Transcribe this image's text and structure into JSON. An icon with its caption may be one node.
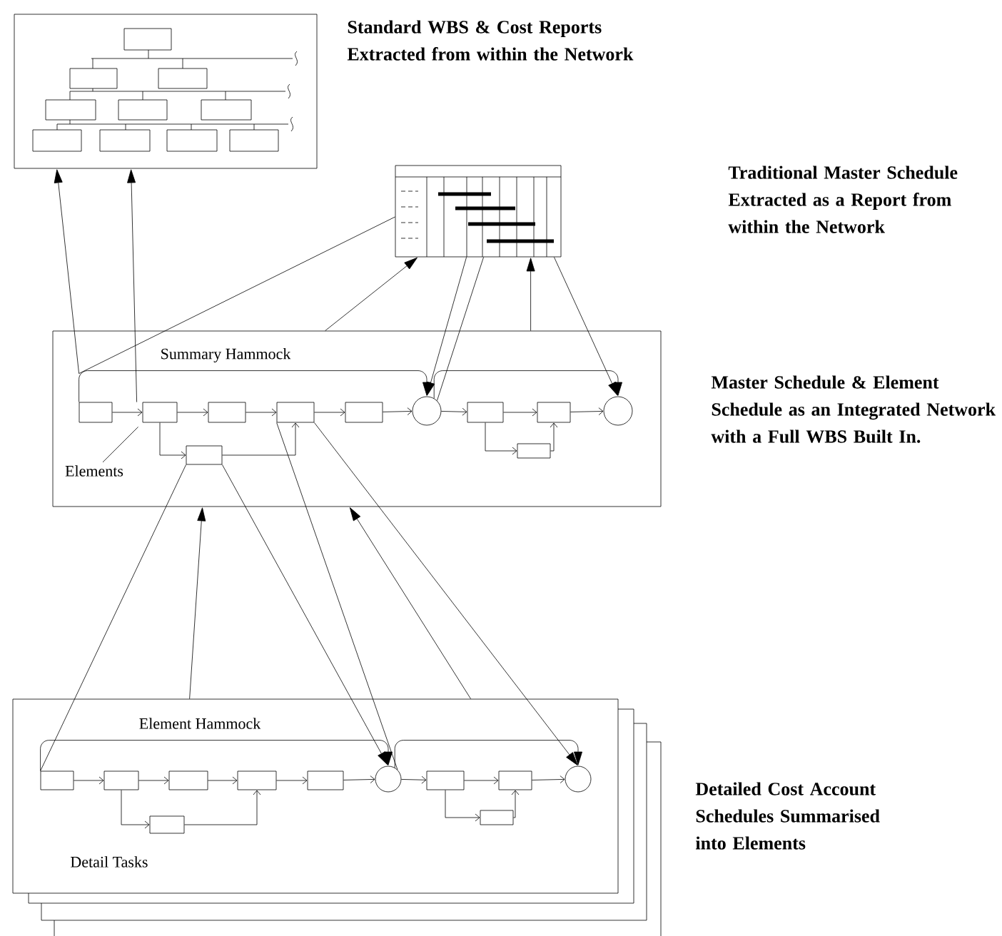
{
  "diagram": {
    "nodes": [
      {
        "text": [],
        "shape": "box",
        "beside": [
          "Standard WBS & Cost Reports Extracted from within the Network"
        ]
      },
      {
        "text": [],
        "shape": "box"
      },
      {
        "text": [],
        "shape": "box",
        "beside": [
          "Master Schedule & Element Schedule as an Integrated Network with a Full WBS Built In."
        ]
      },
      {
        "text": [],
        "shape": "box",
        "in": 2
      },
      {
        "text": [],
        "shape": "box",
        "in": 2
      },
      {
        "text": [],
        "shape": "box",
        "in": 2
      },
      {
        "text": [],
        "shape": "box",
        "in": 2
      },
      {
        "text": [],
        "shape": "box",
        "in": 2
      },
      {
        "text": [],
        "shape": "circle",
        "in": 2
      },
      {
        "text": [],
        "shape": "box",
        "in": 2
      },
      {
        "text": [],
        "shape": "box",
        "in": 2
      },
      {
        "text": [],
        "shape": "circle",
        "in": 2
      },
      {
        "text": [],
        "shape": "box",
        "in": 2
      },
      {
        "text": [],
        "shape": "box",
        "in": 2
      },
      {
        "text": [
          "Elements"
        ],
        "in": 2
      },
      {
        "text": [],
        "shape": "box",
        "beside": [
          "Detailed Cost Account Schedules Summarised into Elements"
        ]
      },
      {
        "text": [],
        "shape": "box",
        "in": 15
      },
      {
        "text": [],
        "shape": "box",
        "in": 15
      },
      {
        "text": [],
        "shape": "box",
        "in": 15
      },
      {
        "text": [],
        "shape": "box",
        "in": 15
      },
      {
        "text": [],
        "shape": "box",
        "in": 15
      },
      {
        "text": [],
        "shape": "circle",
        "in": 15
      },
      {
        "text": [],
        "shape": "box",
        "in": 15
      },
      {
        "text": [],
        "shape": "box",
        "in": 15
      },
      {
        "text": [],
        "shape": "circle",
        "in": 15
      },
      {
        "text": [],
        "shape": "box",
        "in": 15
      },
      {
        "text": [],
        "shape": "box",
        "in": 15
      }
    ],
    "edges": [
      {
        "from": 3,
        "to": 4,
        "arrow": "to"
      },
      {
        "from": 4,
        "to": 5,
        "arrow": "to"
      },
      {
        "from": 5,
        "to": 6,
        "arrow": "to"
      },
      {
        "from": 6,
        "to": 7,
        "arrow": "to"
      },
      {
        "from": 7,
        "to": 8,
        "arrow": "to"
      },
      {
        "from": 8,
        "to": 9,
        "arrow": "to"
      },
      {
        "from": 9,
        "to": 10,
        "arrow": "to"
      },
      {
        "from": 10,
        "to": 11,
        "arrow": "to"
      },
      {
        "from": 4,
        "to": 12,
        "arrow": "to"
      },
      {
        "from": 12,
        "to": 6,
        "arrow": "to"
      },
      {
        "from": 9,
        "to": 13,
        "arrow": "to"
      },
      {
        "from": 13,
        "to": 10,
        "arrow": "to"
      },
      {
        "from": 3,
        "to": 8,
        "arrow": "to",
        "label": "Summary Hammock"
      },
      {
        "from": 8,
        "to": 11,
        "arrow": "to"
      },
      {
        "from": 14,
        "to": 4,
        "arrow": "none"
      },
      {
        "from": 16,
        "to": 17,
        "arrow": "to"
      },
      {
        "from": 17,
        "to": 18,
        "arrow": "to"
      },
      {
        "from": 18,
        "to": 19,
        "arrow": "to"
      },
      {
        "from": 19,
        "to": 20,
        "arrow": "to"
      },
      {
        "from": 20,
        "to": 21,
        "arrow": "to"
      },
      {
        "from": 21,
        "to": 22,
        "arrow": "to"
      },
      {
        "from": 22,
        "to": 23,
        "arrow": "to"
      },
      {
        "from": 23,
        "to": 24,
        "arrow": "to"
      },
      {
        "from": 17,
        "to": 25,
        "arrow": "to"
      },
      {
        "from": 25,
        "to": 19,
        "arrow": "to"
      },
      {
        "from": 22,
        "to": 26,
        "arrow": "to"
      },
      {
        "from": 26,
        "to": 23,
        "arrow": "to"
      },
      {
        "from": 16,
        "to": 21,
        "arrow": "to",
        "label": "Element Hammock"
      },
      {
        "from": 21,
        "to": 24,
        "arrow": "to"
      },
      {
        "from": 3,
        "to": 0,
        "arrow": "to"
      },
      {
        "from": 4,
        "to": 0,
        "arrow": "to"
      },
      {
        "from": 3,
        "to": 1,
        "arrow": "none"
      },
      {
        "from": 2,
        "to": 1,
        "arrow": "to"
      },
      {
        "from": 1,
        "to": 8,
        "arrow": "to"
      },
      {
        "from": 8,
        "to": 1,
        "arrow": "none"
      },
      {
        "from": 1,
        "to": 11,
        "arrow": "to"
      },
      {
        "from": 2,
        "to": 1,
        "arrow": "to"
      },
      {
        "from": 12,
        "to": 16,
        "arrow": "none"
      },
      {
        "from": 15,
        "to": 2,
        "arrow": "to"
      },
      {
        "from": 12,
        "to": 21,
        "arrow": "to"
      },
      {
        "from": 6,
        "to": 21,
        "arrow": "none"
      },
      {
        "from": 15,
        "to": 2,
        "arrow": "to"
      },
      {
        "from": 6,
        "to": 24,
        "arrow": "to"
      }
    ],
    "labels": [
      "Traditional Master Schedule Extracted as a Report from within the Network",
      "Detail Tasks"
    ]
  }
}
